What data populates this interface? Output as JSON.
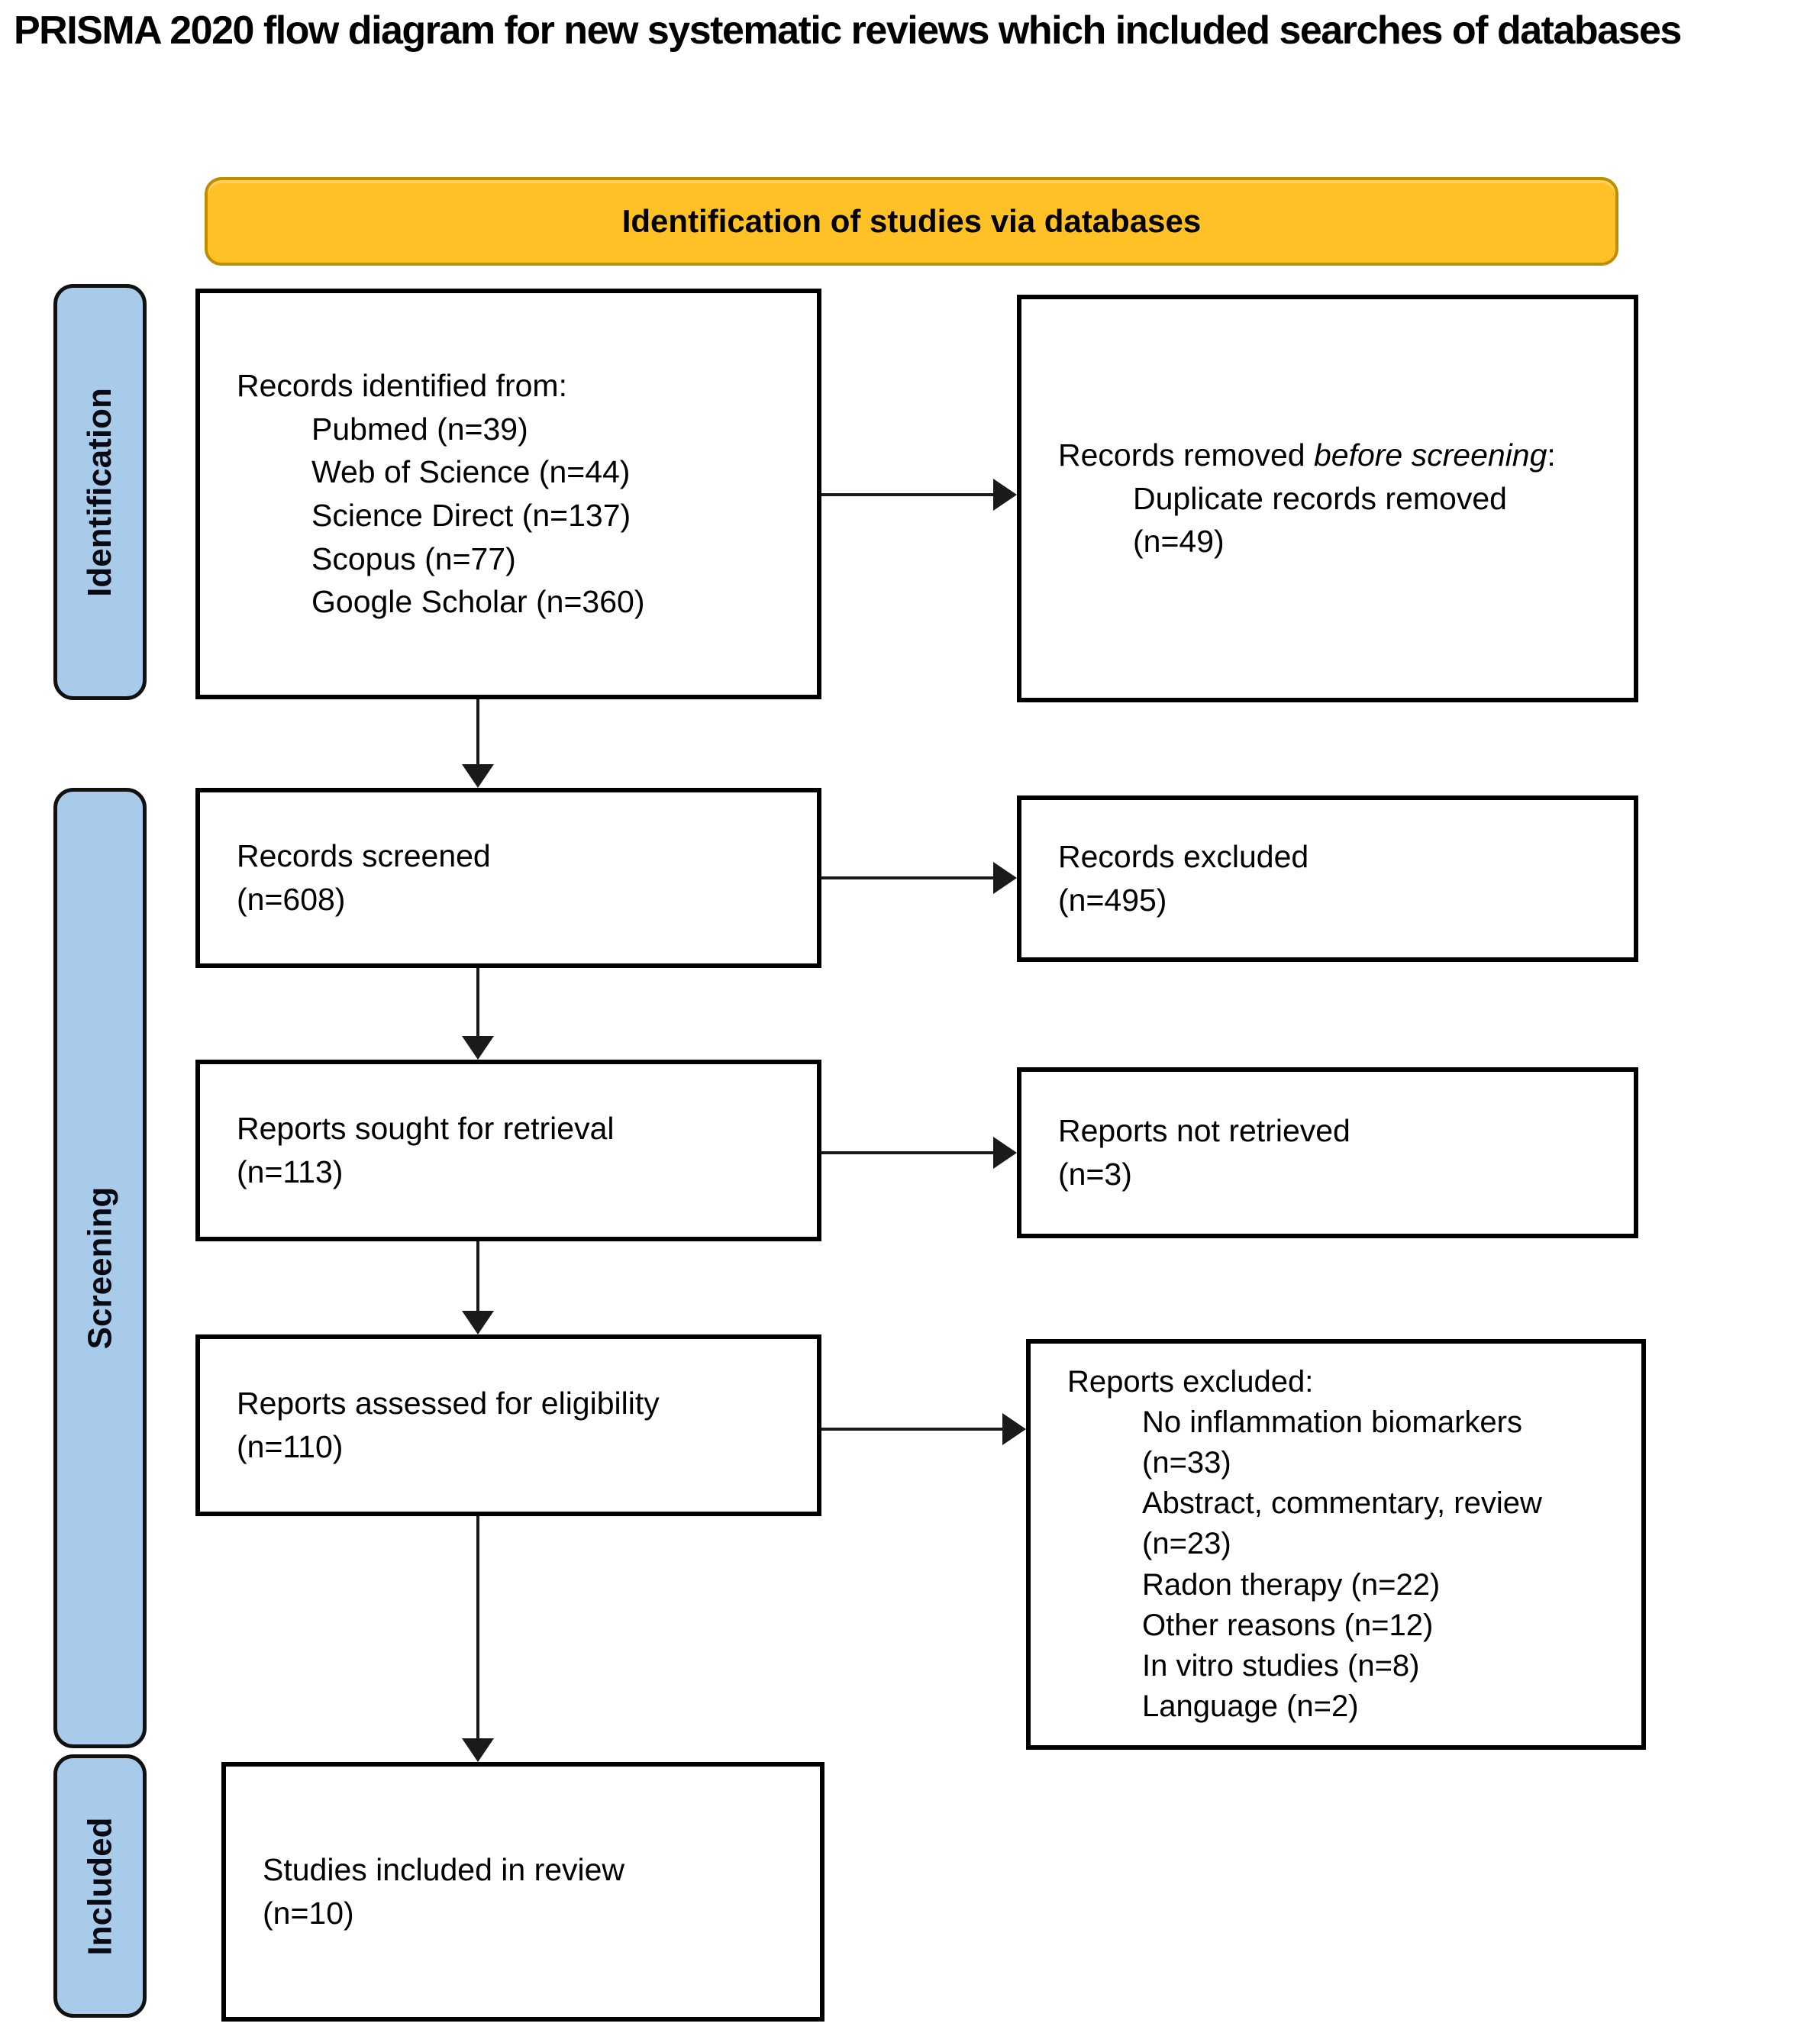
{
  "title": "PRISMA 2020 flow diagram for new systematic reviews which included searches of databases",
  "banner": {
    "label": "Identification of studies via databases"
  },
  "stages": [
    {
      "label": "Identification"
    },
    {
      "label": "Screening"
    },
    {
      "label": "Included"
    }
  ],
  "boxes": {
    "identified": {
      "heading": "Records identified from:",
      "items": [
        "Pubmed (n=39)",
        "Web of Science (n=44)",
        "Science Direct (n=137)",
        "Scopus (n=77)",
        "Google Scholar (n=360)"
      ]
    },
    "removed_before_screening": {
      "heading_prefix": "Records removed ",
      "heading_italic": "before screening",
      "heading_suffix": ":",
      "items": [
        "Duplicate records removed (n=49)"
      ]
    },
    "records_screened": {
      "text": "Records screened",
      "count": "(n=608)"
    },
    "records_excluded": {
      "text": "Records excluded",
      "count": "(n=495)"
    },
    "reports_sought": {
      "text": "Reports sought for retrieval",
      "count": "(n=113)"
    },
    "reports_not_retrieved": {
      "text": "Reports not retrieved",
      "count": "(n=3)"
    },
    "reports_assessed": {
      "text": "Reports assessed for eligibility",
      "count": "(n=110)"
    },
    "reports_excluded": {
      "heading": "Reports excluded:",
      "items": [
        "No inflammation biomarkers (n=33)",
        "Abstract, commentary, review (n=23)",
        "Radon therapy (n=22)",
        "Other reasons (n=12)",
        "In vitro studies (n=8)",
        "Language (n=2)"
      ]
    },
    "studies_included": {
      "text": "Studies included in review",
      "count": "(n=10)"
    }
  },
  "colors": {
    "banner_fill": "#FFC125",
    "banner_border": "#BD8E00",
    "stage_fill": "#A8CBEA",
    "box_border": "#000000",
    "arrow": "#1A1A1A"
  }
}
